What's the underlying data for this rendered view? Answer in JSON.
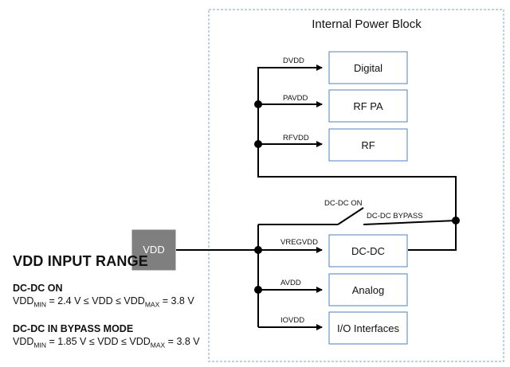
{
  "diagram": {
    "container_title": "Internal Power Block",
    "source": {
      "label": "VDD"
    },
    "blocks": {
      "digital": "Digital",
      "rf_pa": "RF PA",
      "rf": "RF",
      "dcdc": "DC-DC",
      "analog": "Analog",
      "io": "I/O Interfaces"
    },
    "nets": {
      "dvdd": "DVDD",
      "pavdd": "PAVDD",
      "rfvdd": "RFVDD",
      "vregvdd": "VREGVDD",
      "avdd": "AVDD",
      "iovdd": "IOVDD"
    },
    "switch": {
      "on_label": "DC-DC ON",
      "bypass_label": "DC-DC BYPASS"
    },
    "colors": {
      "source_fill": "#7f7f7f",
      "block_border": "#4f81bd",
      "container_border": "#7ea6c9",
      "wire": "#000000"
    }
  },
  "vdd_range": {
    "title": "VDD INPUT RANGE",
    "modes": [
      {
        "title": "DC-DC ON",
        "min_prefix": "VDD",
        "min_sub": "MIN",
        "min_value": " = 2.4 V ≤ VDD ≤ VDD",
        "max_sub": "MAX",
        "max_value": " = 3.8 V"
      },
      {
        "title": "DC-DC IN BYPASS MODE",
        "min_prefix": "VDD",
        "min_sub": "MIN",
        "min_value": " = 1.85 V ≤ VDD ≤ VDD",
        "max_sub": "MAX",
        "max_value": " = 3.8 V"
      }
    ]
  }
}
